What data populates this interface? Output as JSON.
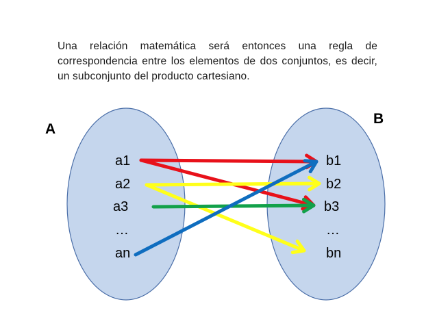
{
  "paragraph": "Una relación matemática será entonces una regla de correspondencia entre los elementos de dos conjuntos, es decir, un subconjunto del producto cartesiano.",
  "set_a": {
    "label": "A",
    "elements": [
      "a1",
      "a2",
      "a3",
      "…",
      "an"
    ]
  },
  "set_b": {
    "label": "B",
    "elements": [
      "b1",
      "b2",
      "b3",
      "…",
      "bn"
    ]
  },
  "colors": {
    "ellipse_fill": "#c5d6ed",
    "ellipse_stroke": "#4a6ea8",
    "red": "#e8111a",
    "yellow": "#ffff1a",
    "green": "#12a14a",
    "blue": "#0f6dbf"
  },
  "relations": [
    {
      "from": "a1",
      "to": "b1",
      "color": "red"
    },
    {
      "from": "a1",
      "to": "b3",
      "color": "red"
    },
    {
      "from": "a2",
      "to": "b2",
      "color": "yellow"
    },
    {
      "from": "a2",
      "to": "bn",
      "color": "yellow"
    },
    {
      "from": "a3",
      "to": "b3",
      "color": "green"
    },
    {
      "from": "an",
      "to": "b1",
      "color": "blue"
    }
  ]
}
